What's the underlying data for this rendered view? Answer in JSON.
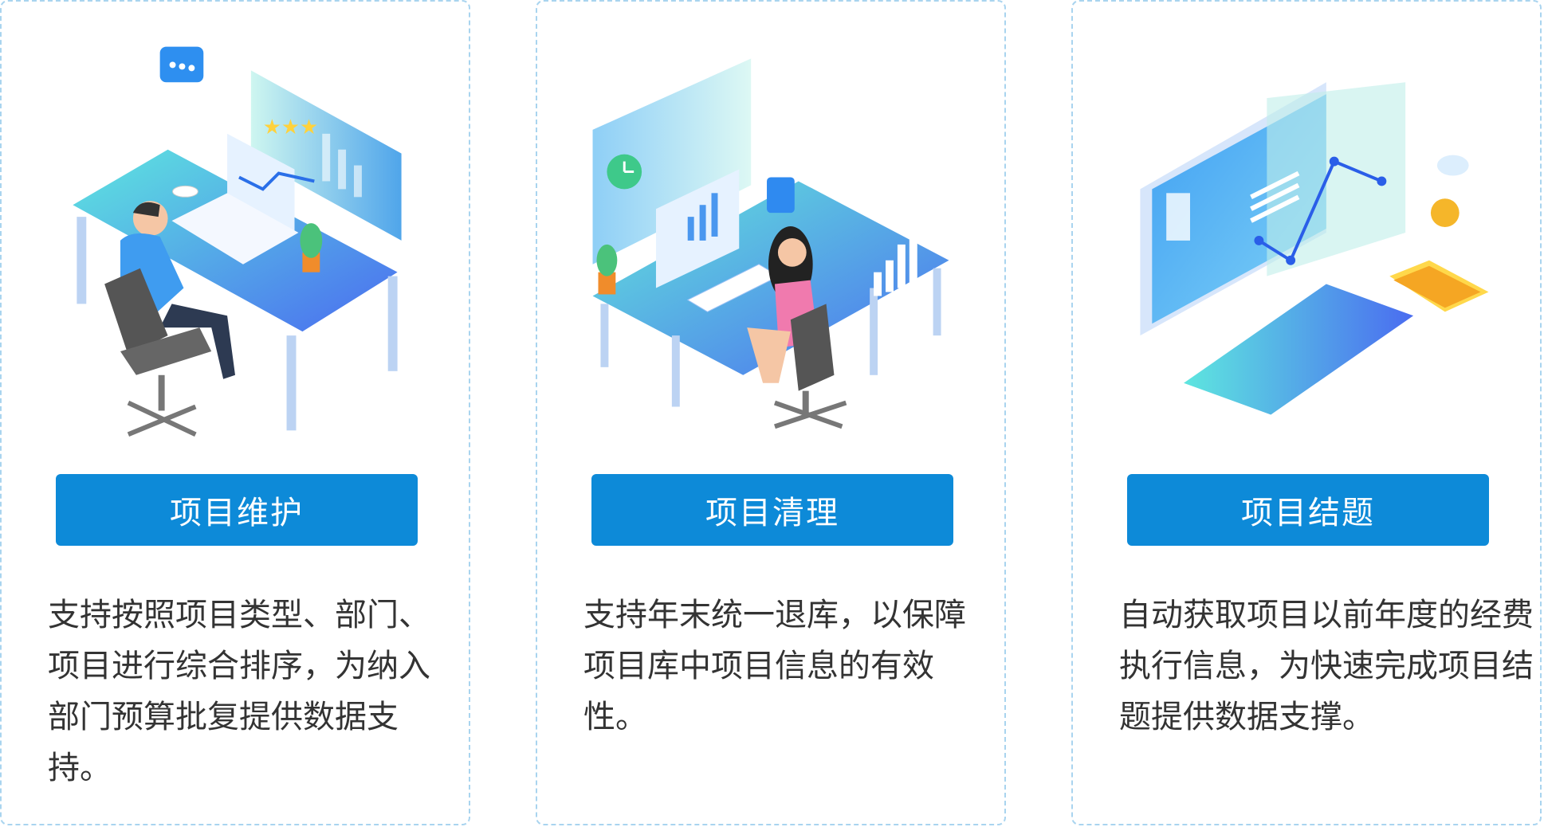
{
  "cards": [
    {
      "title": "项目维护",
      "description": "支持按照项目类型、部门、项目进行综合排序，为纳入部门预算批复提供数据支持。",
      "illustration": "person-at-desk-with-charts-icon"
    },
    {
      "title": "项目清理",
      "description": "支持年末统一退库，以保障项目库中项目信息的有效性。",
      "illustration": "woman-at-computer-icon"
    },
    {
      "title": "项目结题",
      "description": "自动获取项目以前年度的经费执行信息，为快速完成项目结题提供数据支撑。",
      "illustration": "monitor-keyboard-phone-icon"
    }
  ],
  "colors": {
    "button": "#0d8ad8",
    "border": "#a9d4ef",
    "text": "#333333"
  }
}
